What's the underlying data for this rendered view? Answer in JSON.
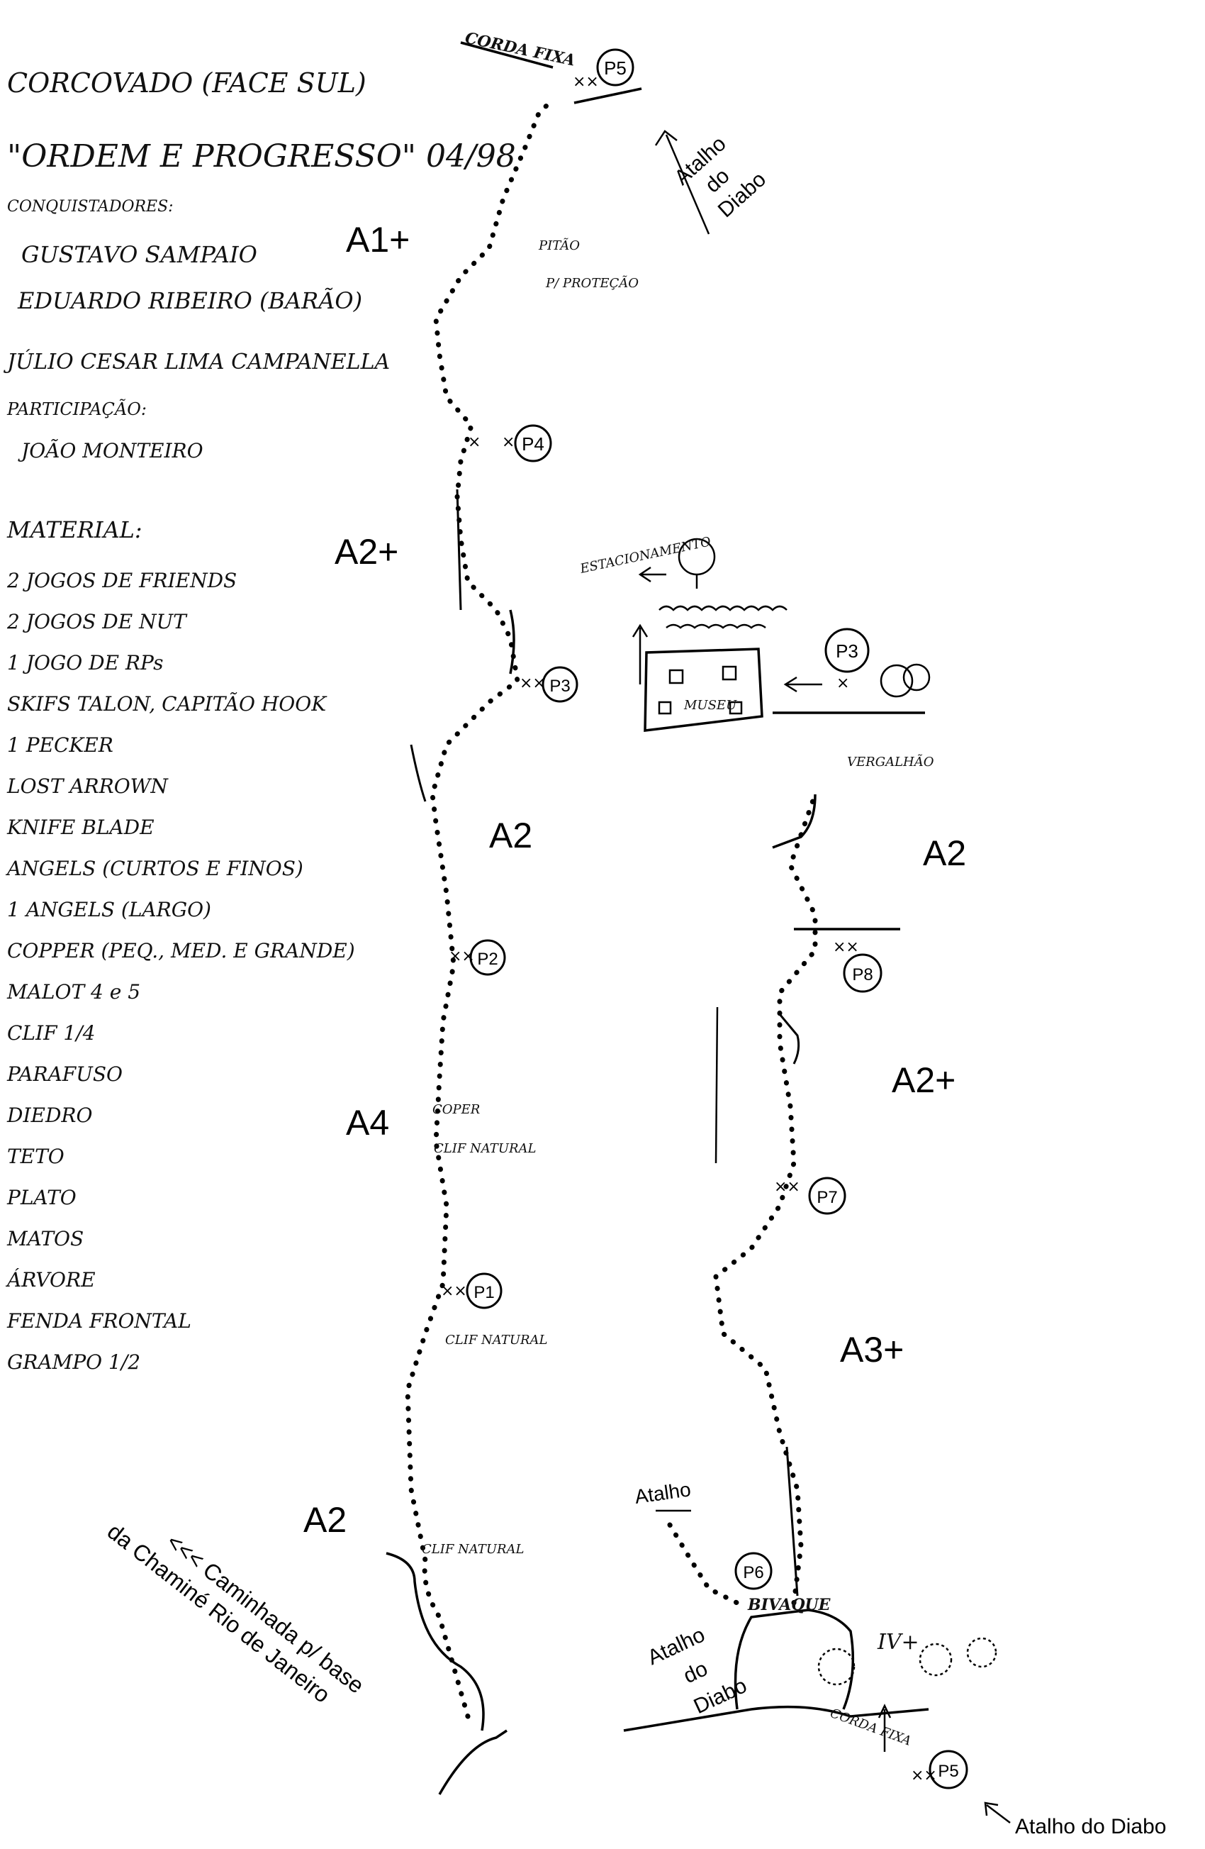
{
  "legend": {
    "title": "CORCOVADO (FACE SUL)",
    "route_name": "\"ORDEM E PROGRESSO\" 04/98",
    "conquerors_label": "CONQUISTADORES:",
    "conquerors": [
      "GUSTAVO SAMPAIO",
      "EDUARDO RIBEIRO (BARÃO)",
      "JÚLIO CESAR LIMA CAMPANELLA"
    ],
    "participation_label": "PARTICIPAÇÃO:",
    "participants": [
      "JOÃO MONTEIRO"
    ],
    "material_label": "MATERIAL:",
    "material": [
      "2 JOGOS DE FRIENDS",
      "2 JOGOS DE NUT",
      "1 JOGO DE RPs",
      "SKIFS TALON, CAPITÃO HOOK",
      "1 PECKER",
      "LOST ARROWN",
      "KNIFE BLADE",
      "ANGELS (CURTOS E FINOS)",
      "1 ANGELS (LARGO)",
      "COPPER (PEQ., MED. E GRANDE)",
      "MALOT 4 e 5",
      "CLIF 1/4",
      "PARAFUSO",
      "DIEDRO",
      "TETO",
      "PLATO",
      "MATOS",
      "ÁRVORE",
      "FENDA FRONTAL",
      "GRAMPO 1/2"
    ]
  },
  "grades": {
    "left": [
      "A1+",
      "A2+",
      "A2",
      "A4",
      "A2"
    ],
    "right": [
      "A2",
      "A2+",
      "A3+"
    ]
  },
  "belays": [
    "P5",
    "P4",
    "P3",
    "P2",
    "P1",
    "P3",
    "P8",
    "P7",
    "P6",
    "P5"
  ],
  "annotations": {
    "corda_fixa_top": "CORDA FIXA",
    "atalho_top": [
      "Atalho",
      "do",
      "Diabo"
    ],
    "pitao": "PITÃO",
    "pitao_sub": "P/ PROTEÇÃO",
    "estacionamento": "ESTACIONAMENTO",
    "museu": "MUSEU",
    "vergalhao": "VERGALHÃO",
    "coper": "COPER",
    "clif_natural": "CLIF NATURAL",
    "atalho_small": "Atalho",
    "bivaque": "BIVAQUE",
    "atalho_bottom": [
      "Atalho",
      "do",
      "Diabo"
    ],
    "corda_fixa_bottom": "CORDA FIXA",
    "grade_iv": "IV+",
    "caminhada": "<<< Caminhada p/ base",
    "caminhada_sub": "da Chaminé Rio de Janeiro",
    "atalho_footer": "Atalho do Diabo"
  }
}
